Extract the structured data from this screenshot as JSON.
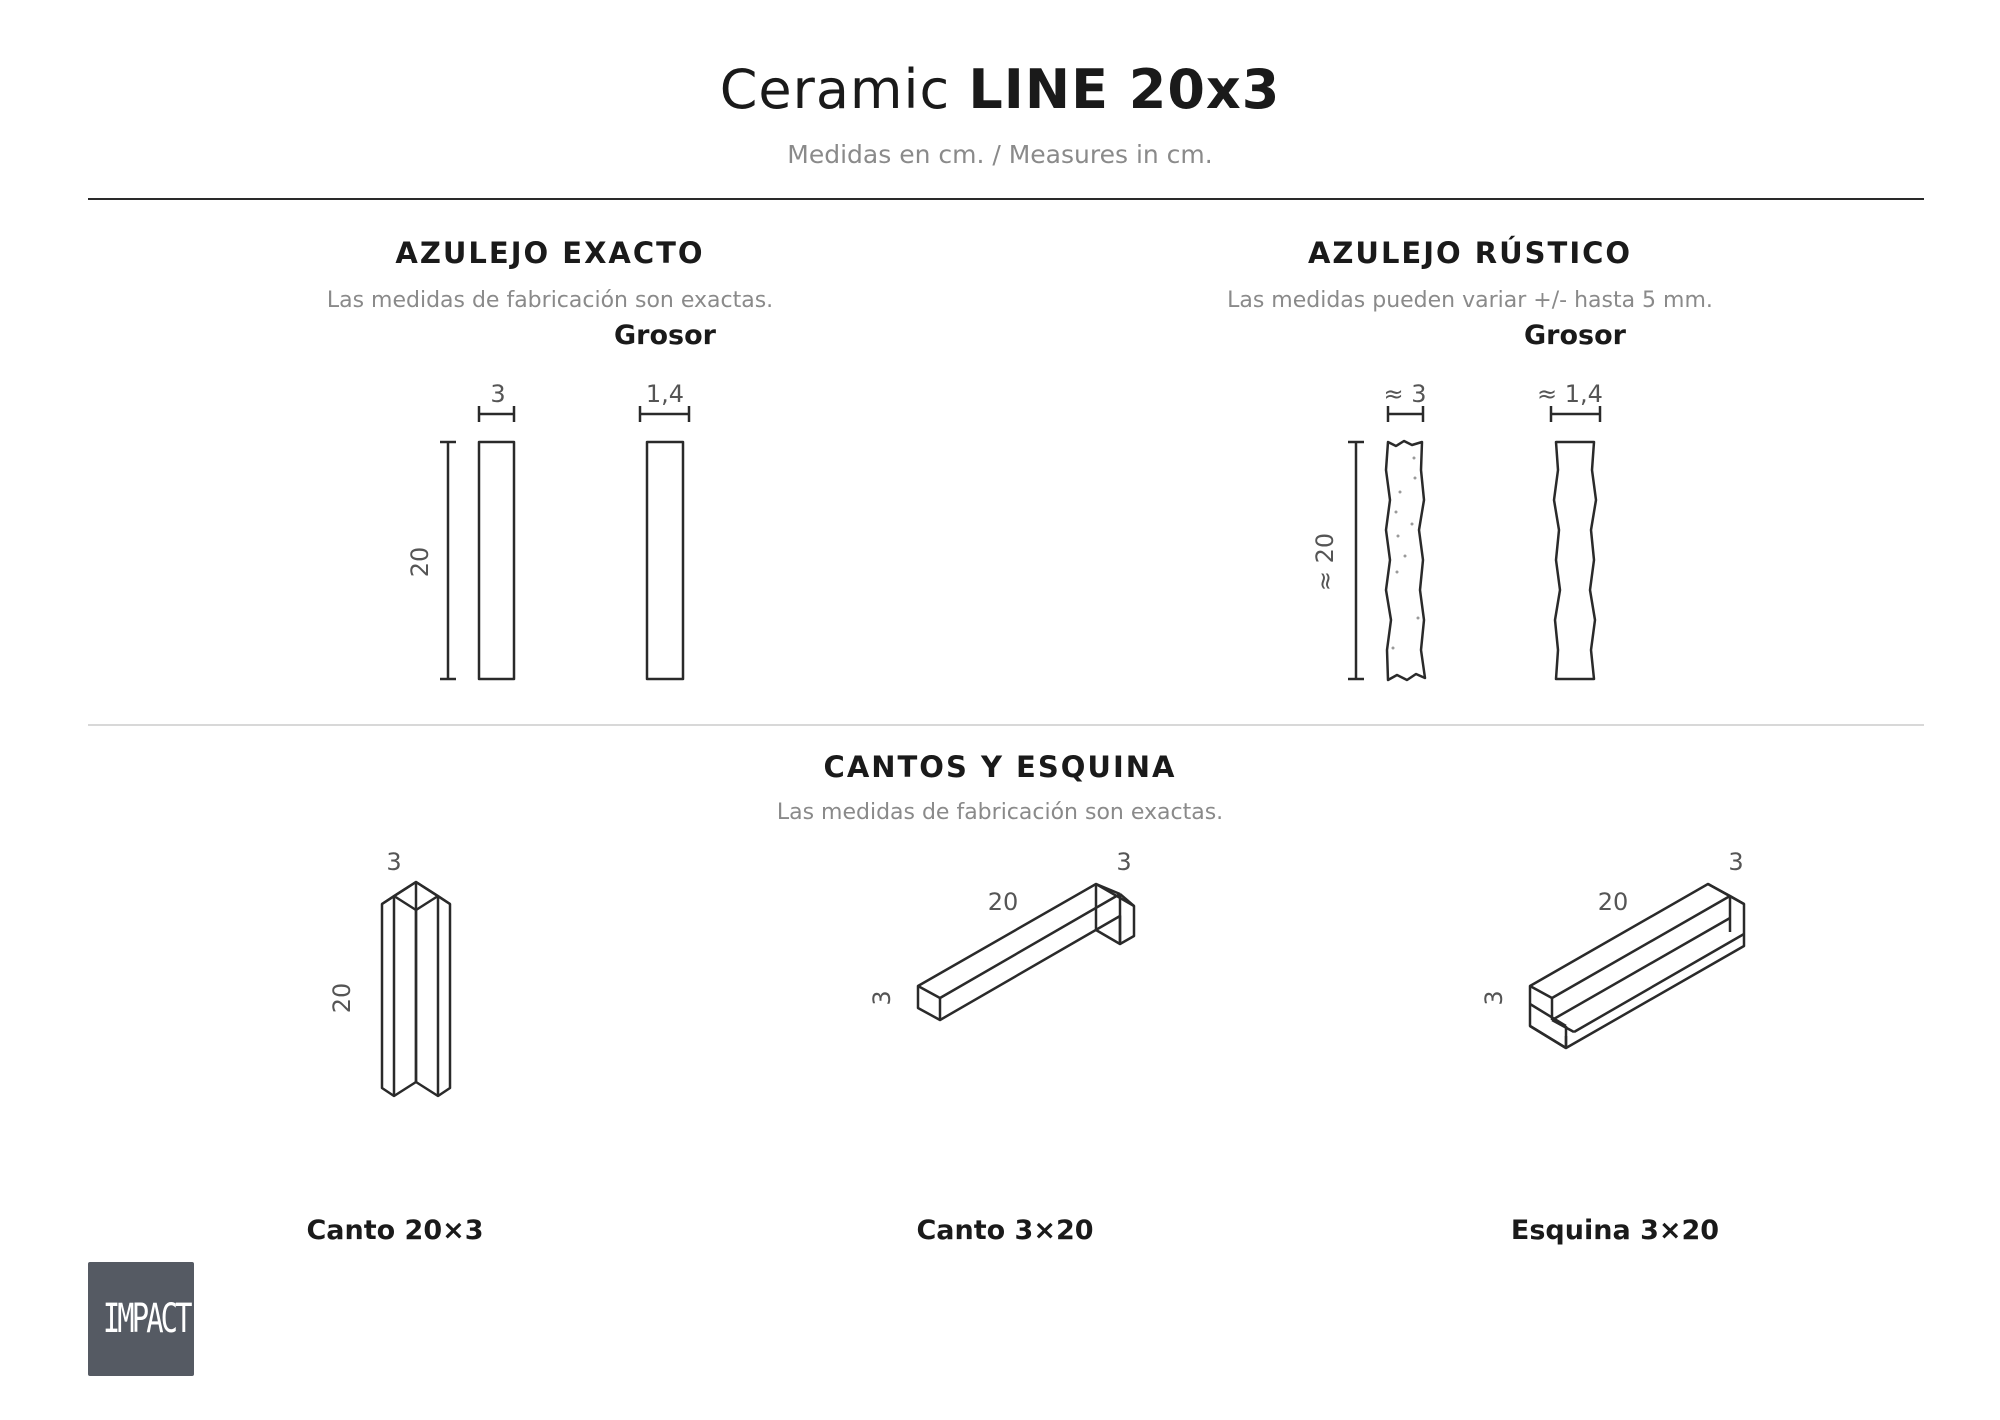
{
  "header": {
    "title_light": "Ceramic",
    "title_bold": "LINE 20x3",
    "subtitle": "Medidas en cm. / Measures in cm."
  },
  "exacto": {
    "heading": "AZULEJO EXACTO",
    "note": "Las medidas de fabricación son exactas.",
    "grosor": "Grosor",
    "width_a": "3",
    "width_b": "1,4",
    "height": "20"
  },
  "rustico": {
    "heading": "AZULEJO RÚSTICO",
    "note": "Las medidas pueden variar +/- hasta 5 mm.",
    "grosor": "Grosor",
    "width_a": "≈ 3",
    "width_b": "≈ 1,4",
    "height": "≈ 20"
  },
  "cantos": {
    "heading": "CANTOS Y ESQUINA",
    "note": "Las medidas de fabricación son exactas.",
    "pieces": [
      {
        "name": "Canto 20×3",
        "top_dim": "3",
        "side_dim": "20"
      },
      {
        "name": "Canto 3×20",
        "top_dim": "3",
        "length_dim": "20",
        "side_dim": "3"
      },
      {
        "name": "Esquina 3×20",
        "top_dim": "3",
        "length_dim": "20",
        "side_dim": "3"
      }
    ]
  },
  "logo": {
    "text": "IMPACT",
    "color": "#555a63"
  }
}
